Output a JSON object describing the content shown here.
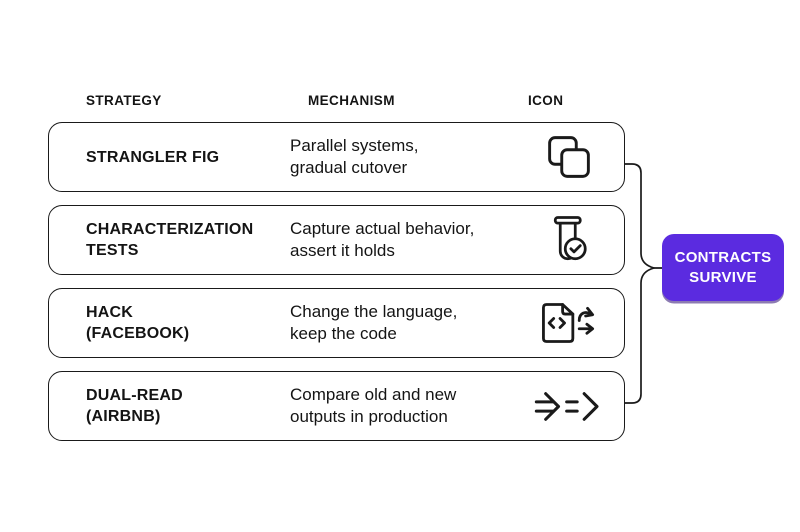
{
  "colors": {
    "accent_purple": "#5b2be0",
    "stroke_black": "#1a1a1a",
    "text_black": "#141414",
    "background": "#ffffff"
  },
  "table": {
    "headers": [
      {
        "label": "STRATEGY"
      },
      {
        "label": "MECHANISM"
      },
      {
        "label": "ICON"
      }
    ],
    "rows": [
      {
        "strategy": "STRANGLER FIG",
        "mechanism": "Parallel systems,\ngradual cutover",
        "icon": "copy-squares-icon"
      },
      {
        "strategy": "CHARACTERIZATION\nTESTS",
        "mechanism": "Capture actual behavior,\nassert it holds",
        "icon": "test-tube-check-icon"
      },
      {
        "strategy": "HACK\n(FACEBOOK)",
        "mechanism": "Change the language,\nkeep the code",
        "icon": "code-file-swap-icon"
      },
      {
        "strategy": "DUAL-READ\n(AIRBNB)",
        "mechanism": "Compare old and new\noutputs in production",
        "icon": "double-arrows-icon"
      }
    ]
  },
  "badge": {
    "label": "CONTRACTS\nSURVIVE"
  }
}
